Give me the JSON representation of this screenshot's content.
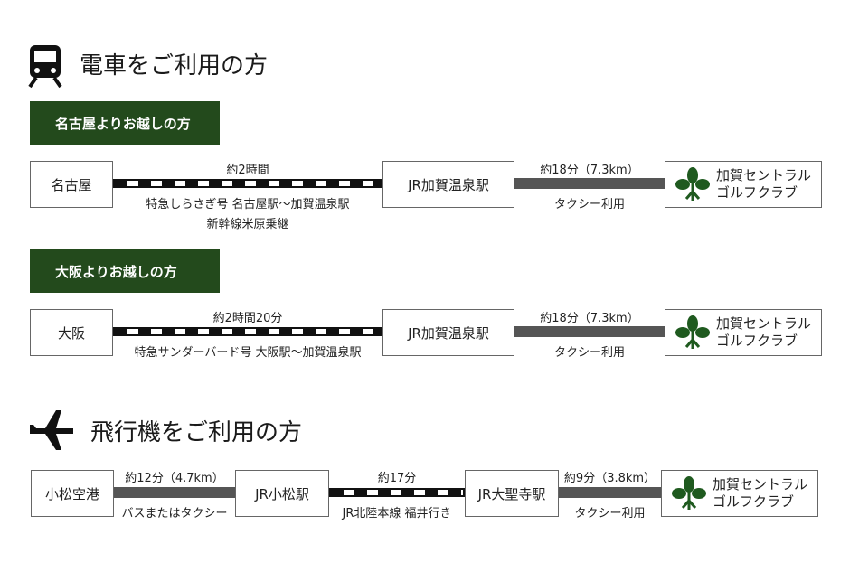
{
  "train": {
    "title": "電車をご利用の方",
    "icon": "train-icon",
    "nagoya": {
      "banner": "名古屋よりお越しの方",
      "origin": "名古屋",
      "rail_time": "約2時間",
      "rail_note1": "特急しらさぎ号 名古屋駅〜加賀温泉駅",
      "rail_note2": "新幹線米原乗継",
      "station": "JR加賀温泉駅",
      "taxi_time": "約18分（7.3km）",
      "taxi_note": "タクシー利用",
      "dest_line1": "加賀セントラル",
      "dest_line2": "ゴルフクラブ"
    },
    "osaka": {
      "banner": "大阪よりお越しの方",
      "origin": "大阪",
      "rail_time": "約2時間20分",
      "rail_note1": "特急サンダーバード号 大阪駅〜加賀温泉駅",
      "station": "JR加賀温泉駅",
      "taxi_time": "約18分（7.3km）",
      "taxi_note": "タクシー利用",
      "dest_line1": "加賀セントラル",
      "dest_line2": "ゴルフクラブ"
    }
  },
  "plane": {
    "title": "飛行機をご利用の方",
    "icon": "airplane-icon",
    "origin": "小松空港",
    "seg1_time": "約12分（4.7km）",
    "seg1_note": "バスまたはタクシー",
    "station1": "JR小松駅",
    "seg2_time": "約17分",
    "seg2_note": "JR北陸本線 福井行き",
    "station2": "JR大聖寺駅",
    "seg3_time": "約9分（3.8km）",
    "seg3_note": "タクシー利用",
    "dest_line1": "加賀セントラル",
    "dest_line2": "ゴルフクラブ"
  },
  "colors": {
    "banner": "#234a1c",
    "logo": "#1f5a1f",
    "road": "#555555"
  }
}
